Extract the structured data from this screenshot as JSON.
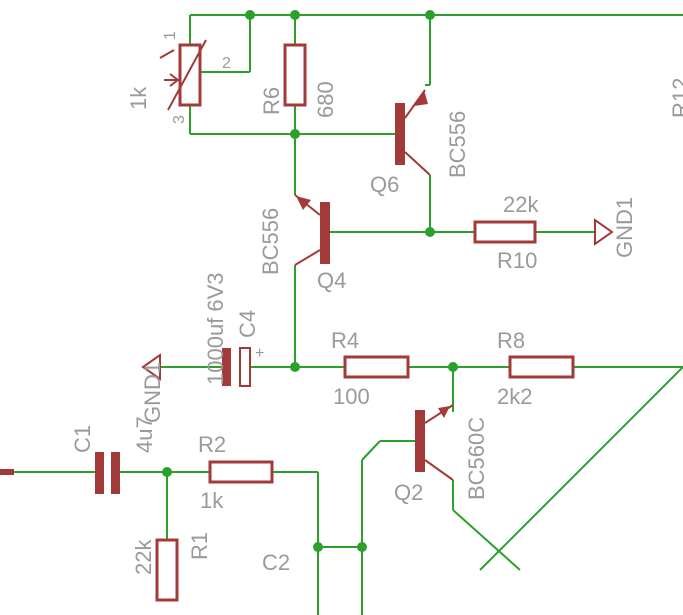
{
  "labels": {
    "pot_pin1": "1",
    "pot_pin2": "2",
    "pot_pin3": "3",
    "pot_value": "1k",
    "r6_name": "R6",
    "r6_value": "680",
    "q6_name": "Q6",
    "q6_type": "BC556",
    "q4_name": "Q4",
    "q4_type": "BC556",
    "r10_name": "R10",
    "r10_value": "22k",
    "gnd_right": "GND1",
    "r12_partial": "R12",
    "c4_name": "C4",
    "c4_value": "1000uf 6V3",
    "c4_plus": "+",
    "gnd_left": "GND1",
    "r4_name": "R4",
    "r4_value": "100",
    "r8_name": "R8",
    "r8_value": "2k2",
    "q2_name": "Q2",
    "q2_type": "BC560C",
    "c1_name": "C1",
    "c1_value": "4u7",
    "r2_name": "R2",
    "r2_value": "1k",
    "r1_name": "R1",
    "r1_value": "22k",
    "c2_name": "C2"
  },
  "colors": {
    "wire": "#2ca02c",
    "part": "#a33a3a",
    "label": "#9a9a9a",
    "background": "#ffffff"
  }
}
